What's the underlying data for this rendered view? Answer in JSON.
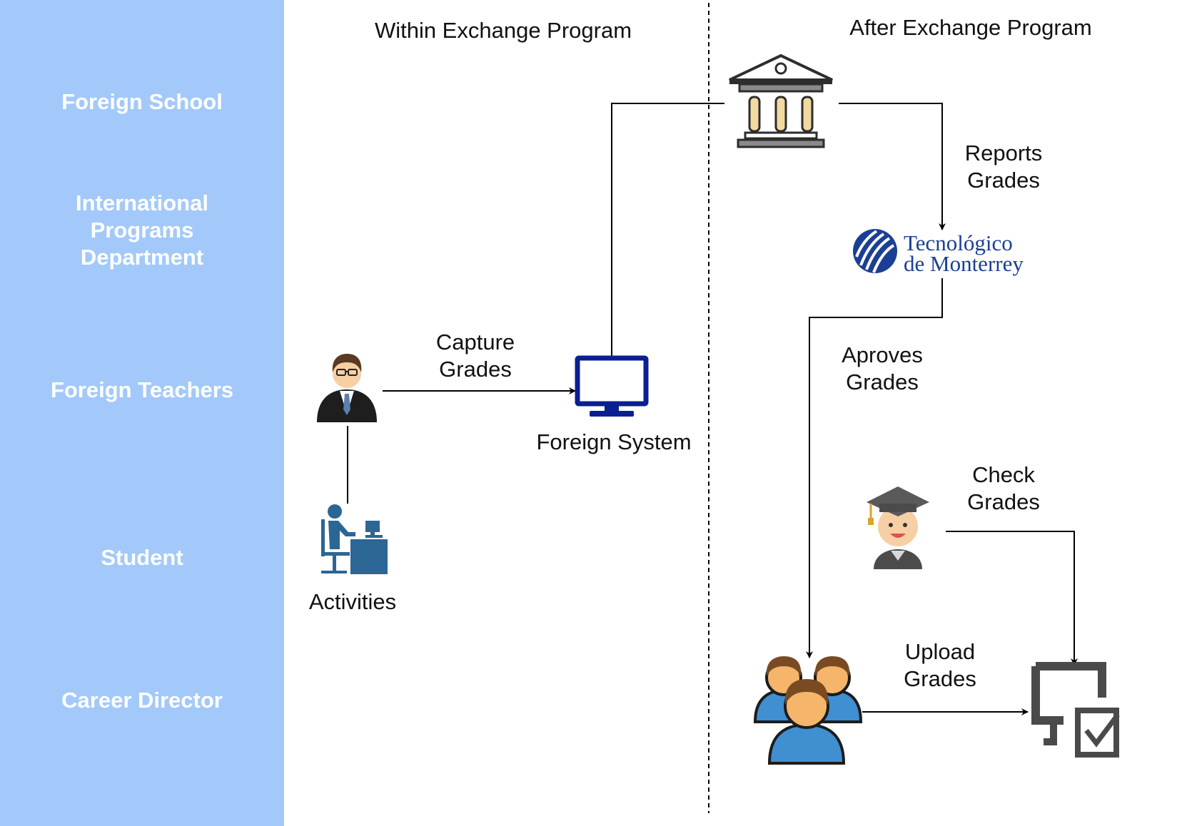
{
  "colors": {
    "lane_background": "#a3c9fa",
    "lane_text": "#ffffff",
    "monitor_blue": "#0a1f91",
    "logo_blue": "#1b3f94",
    "desk_icon_blue": "#2c6694",
    "checklist_gray": "#4a4a4a"
  },
  "lanes": [
    {
      "label": "Foreign School"
    },
    {
      "label": "International Programs Department"
    },
    {
      "label": "Foreign Teachers"
    },
    {
      "label": "Student"
    },
    {
      "label": "Career Director"
    }
  ],
  "columns": {
    "within": "Within Exchange Program",
    "after": "After Exchange Program"
  },
  "nodes": {
    "foreign_school": {
      "icon": "institution-building-icon"
    },
    "tec_logo": {
      "icon": "tec-logo-emblem-icon",
      "text": "Tecnológico\nde Monterrey"
    },
    "teacher": {
      "icon": "teacher-avatar-icon"
    },
    "foreign_system": {
      "icon": "computer-monitor-icon",
      "label": "Foreign System"
    },
    "activities": {
      "icon": "person-at-desk-icon",
      "label": "Activities"
    },
    "student": {
      "icon": "graduate-student-icon"
    },
    "career_director": {
      "icon": "user-group-icon"
    },
    "grades_system": {
      "icon": "monitor-checkmark-icon"
    }
  },
  "edges": {
    "capture": "Capture\nGrades",
    "reports": "Reports\nGrades",
    "aproves": "Aproves\nGrades",
    "check": "Check\nGrades",
    "upload": "Upload\nGrades"
  }
}
